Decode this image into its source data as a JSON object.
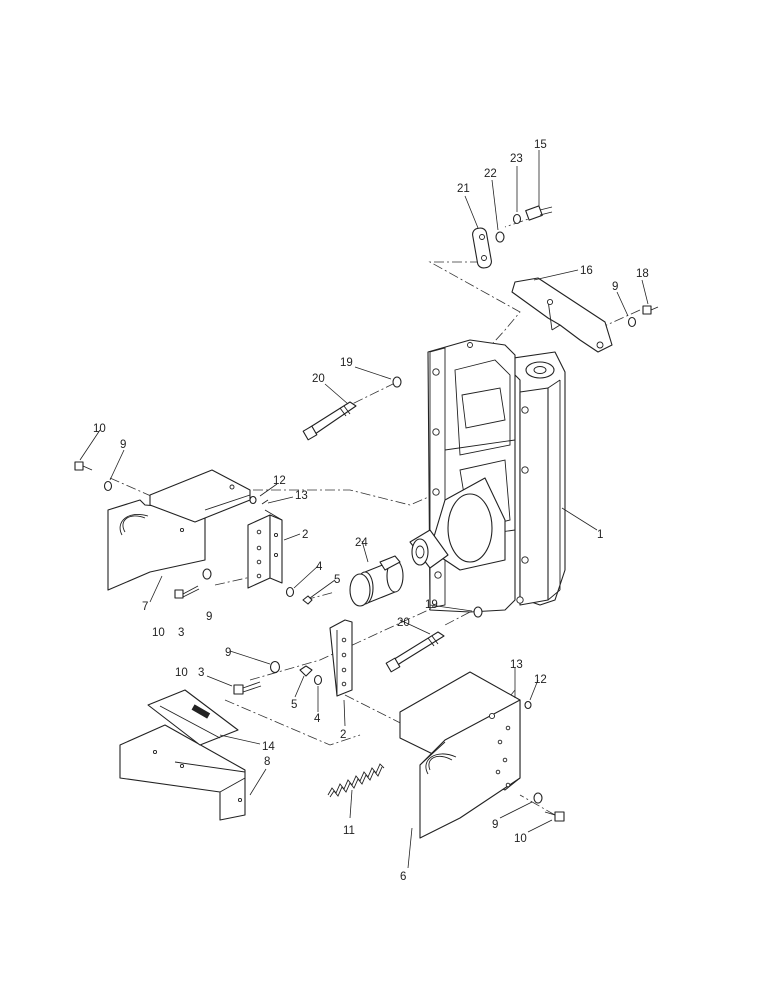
{
  "callouts": {
    "c1": "1",
    "c2a": "2",
    "c2b": "2",
    "c3a": "3",
    "c3b": "3",
    "c4a": "4",
    "c4b": "4",
    "c5a": "5",
    "c5b": "5",
    "c6": "6",
    "c7": "7",
    "c8": "8",
    "c9a": "9",
    "c9b": "9",
    "c9c": "9",
    "c9d": "9",
    "c9e": "9",
    "c10a": "10",
    "c10b": "10",
    "c10c": "10",
    "c10d": "10",
    "c11": "11",
    "c12a": "12",
    "c12b": "12",
    "c13a": "13",
    "c13b": "13",
    "c14": "14",
    "c15": "15",
    "c16": "16",
    "c18": "18",
    "c19a": "19",
    "c19b": "19",
    "c20a": "20",
    "c20b": "20",
    "c21": "21",
    "c22": "22",
    "c23": "23",
    "c24": "24"
  }
}
